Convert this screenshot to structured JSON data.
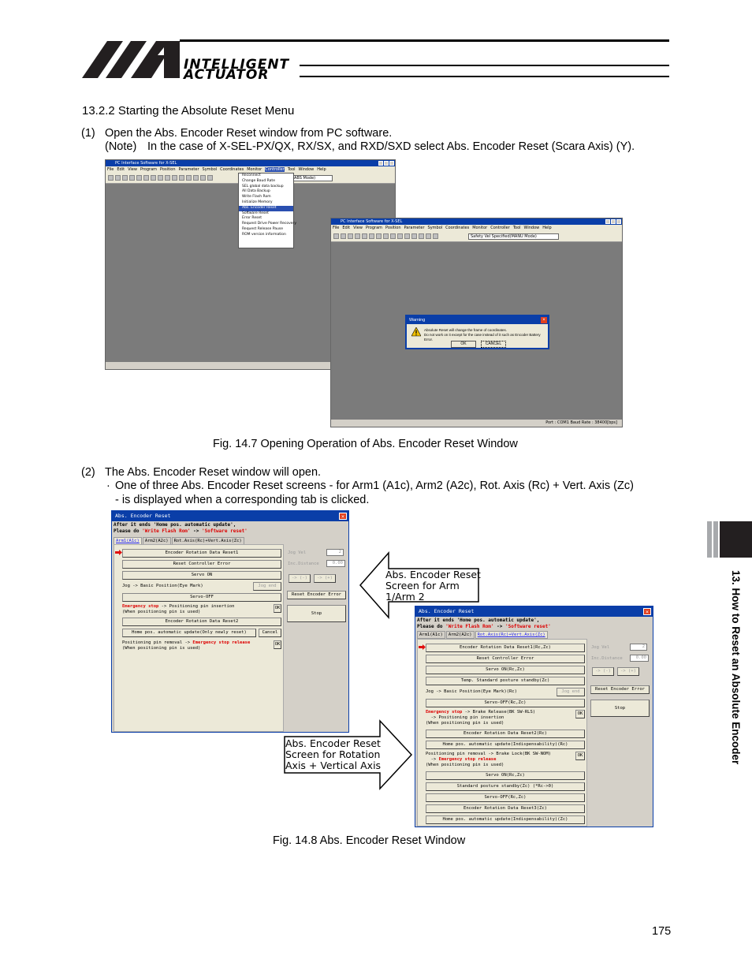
{
  "header": {
    "logo_line1": "INTELLIGENT",
    "logo_line2": "ACTUATOR"
  },
  "section_heading": "13.2.2 Starting the Absolute Reset Menu",
  "step1": {
    "number": "(1)",
    "text": "Open the Abs. Encoder Reset window from PC software.",
    "note_label": "(Note)",
    "note_text": "In the case of X-SEL-PX/QX, RX/SX, and RXD/SXD select Abs. Encoder Reset (Scara Axis) (Y)."
  },
  "fig1": {
    "caption": "Fig. 14.7 Opening Operation of Abs. Encoder Reset Window",
    "window1": {
      "title": "PC Interface Software for X-SEL",
      "menu": [
        "File",
        "Edit",
        "View",
        "Program",
        "Position",
        "Parameter",
        "Symbol",
        "Coordinates",
        "Monitor",
        "Controller",
        "Tool",
        "Window",
        "Help"
      ],
      "combo": "ABS Mode)",
      "dropdown": [
        "Reconnect",
        "Change Baud Rate",
        "SEL global data backup",
        "All Data Backup",
        "Write Flash Rom",
        "Initialize Memory",
        "Abs. Encoder Reset",
        "Software Reset",
        "Error Reset",
        "Request Drive Power Recovery",
        "Request Release Pause",
        "ROM version information"
      ],
      "status": "Port : COM"
    },
    "window2": {
      "title": "PC Interface Software for X-SEL",
      "menu": [
        "File",
        "Edit",
        "View",
        "Program",
        "Position",
        "Parameter",
        "Symbol",
        "Coordinates",
        "Monitor",
        "Controller",
        "Tool",
        "Window",
        "Help"
      ],
      "combo": "Safety Vel Specified(MANU Mode)",
      "status": "Port : COM1  Baud Rate : 38400[bps]",
      "warning": {
        "title": "Warning",
        "line1": "Absolute Reset will change the frame of coordinates.",
        "line2": "Do not work on it except for the case instead of it such as Encoder Battery Error.",
        "ok": "OK",
        "cancel": "CANCEL"
      }
    }
  },
  "step2": {
    "number": "(2)",
    "text": "The Abs. Encoder Reset window will open.",
    "bullet_mark": "·",
    "bullet_line1": "One of three Abs. Encoder Reset screens - for Arm1 (A1c), Arm2 (A2c), Rot. Axis (Rc) + Vert. Axis (Zc)",
    "bullet_line2": "- is displayed when a corresponding tab is clicked."
  },
  "fig2": {
    "caption": "Fig. 14.8 Abs. Encoder Reset Window",
    "callout1": [
      "Abs. Encoder Reset",
      "Screen for Arm",
      "1/Arm 2"
    ],
    "callout2": [
      "Abs. Encoder Reset",
      "Screen for Rotation",
      "Axis + Vertical Axis"
    ],
    "win_a": {
      "title": "Abs. Encoder Reset",
      "head1": "After it ends 'Home pos. automatic update',",
      "head2_a": "Please do ",
      "head2_b": "'Write Flash Rom'",
      "head2_c": " -> ",
      "head2_d": "'Software reset'",
      "tabs": [
        "Arm1(A1c)",
        "Arm2(A2c)",
        "Rot.Axis(Rc)+Vert.Axis(Zc)"
      ],
      "buttons": [
        "Encoder Rotation Data Reset1",
        "Reset Controller Error",
        "Servo ON",
        "Servo-OFF",
        "Encoder Rotation Data Reset2",
        "Home pos. automatic update(Only newly reset)"
      ],
      "jog_label": "Jog -> Basic Position(Eye Mark)",
      "jog_btn": "Jog end",
      "estop_red": "Emergency stop",
      "estop_rest": " -> Positioning pin insertion",
      "estop_sub": "(When positioning pin is used)",
      "ok": "OK",
      "cancel": "Cancel",
      "pos_label": "Positioning pin removal ->",
      "pos_red": "Emergency stop release",
      "pos_sub": "(When positioning pin is used)",
      "jog_vel": "Jog Vel",
      "jog_vel_val": "2",
      "inc_dist": "Inc.Distance",
      "inc_dist_val": "0.00",
      "minus": "-> (-)",
      "plus": "-> (+)",
      "reset_err": "Reset Encoder Error",
      "stop": "Stop"
    },
    "win_b": {
      "title": "Abs. Encoder Reset",
      "head1": "After it ends 'Home pos. automatic update',",
      "head2_a": "Please do ",
      "head2_b": "'Write Flash Rom'",
      "head2_c": " -> ",
      "head2_d": "'Software reset'",
      "tabs": [
        "Arm1(A1c)",
        "Arm2(A2c)",
        "Rot.Axis(Rc)+Vert.Axis(Zc)"
      ],
      "buttons": [
        "Encoder Rotation Data Reset1(Rc,Zc)",
        "Reset Controller Error",
        "Servo ON(Rc,Zc)",
        "Temp. Standard posture standby(Zc)",
        "Servo-OFF(Rc,Zc)",
        "Encoder Rotation Data Reset2(Rc)",
        "Home pos. automatic update(Indispensability)(Rc)",
        "Servo ON(Rc,Zc)",
        "Standard posture standby(Zc) (*Rc->0)",
        "Servo-OFF(Rc,Zc)",
        "Encoder Rotation Data Reset3(Zc)",
        "Home pos. automatic update(Indispensability)(Zc)"
      ],
      "jog_label": "Jog -> Basic Position(Eye Mark)(Rc)",
      "jog_btn": "Jog end",
      "estop_red": "Emergency stop",
      "estop_rest": " -> Brake Release(BK SW-RLS)",
      "estop_sub1": "  -> Positioning pin insertion",
      "estop_sub2": "(When positioning pin is used)",
      "pos_label": "Positioning pin removal -> Brake Lock(BK SW-NOM)",
      "pos_red1": "  -> ",
      "pos_red2": "Emergency stop release",
      "pos_sub": "(When positioning pin is used)",
      "ok": "OK",
      "jog_vel": "Jog Vel",
      "jog_vel_val": "2",
      "inc_dist": "Inc.Distance",
      "inc_dist_val": "0.00",
      "minus": "-> (-)",
      "plus": "-> (+)",
      "reset_err": "Reset Encoder Error",
      "stop": "Stop"
    }
  },
  "side_tab_text": "13. How to Reset an Absolute Encoder",
  "page_number": "175",
  "colors": {
    "titlebar": "#0a3ea8",
    "red_text": "#dd0000",
    "tab_dark": "#231f20",
    "tab_gray": "#a7a9ac"
  }
}
